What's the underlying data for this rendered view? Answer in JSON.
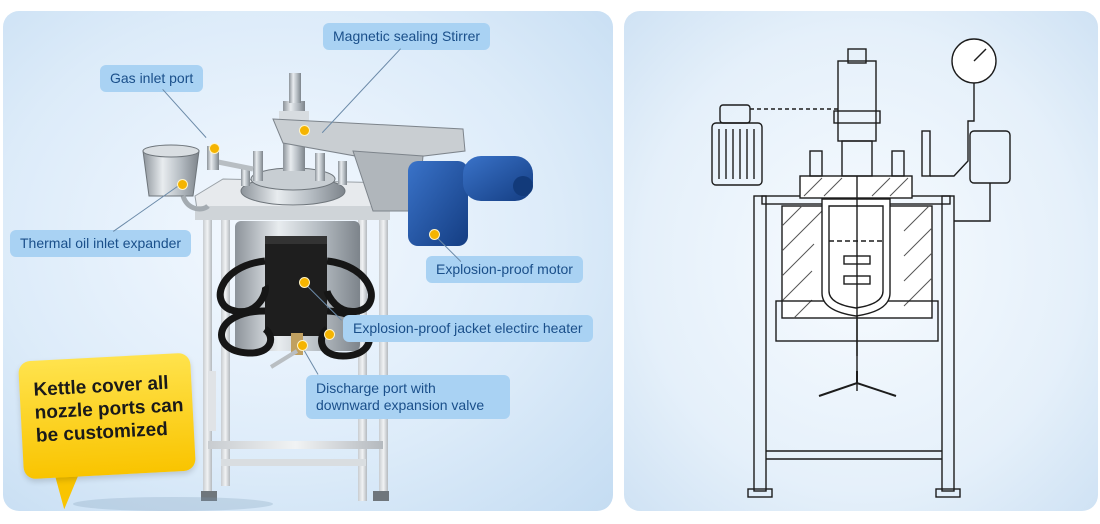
{
  "photo_panel": {
    "callouts": [
      {
        "id": "stirrer",
        "label": "Magnetic sealing Stirrer"
      },
      {
        "id": "gas",
        "label": "Gas inlet port"
      },
      {
        "id": "thermal",
        "label": "Thermal oil inlet expander"
      },
      {
        "id": "motor",
        "label": "Explosion-proof motor"
      },
      {
        "id": "heater",
        "label": "Explosion-proof jacket electirc heater"
      },
      {
        "id": "discharge",
        "label": "Discharge port with downward expansion valve"
      }
    ],
    "note": "Kettle cover all nozzle ports can be customized"
  },
  "colors": {
    "callout_bg": "#a9d2f3",
    "callout_text": "#1a4f8a",
    "marker": "#f5b400",
    "note_bg": "#ffd81f",
    "motor_blue": "#1d4fa0"
  }
}
